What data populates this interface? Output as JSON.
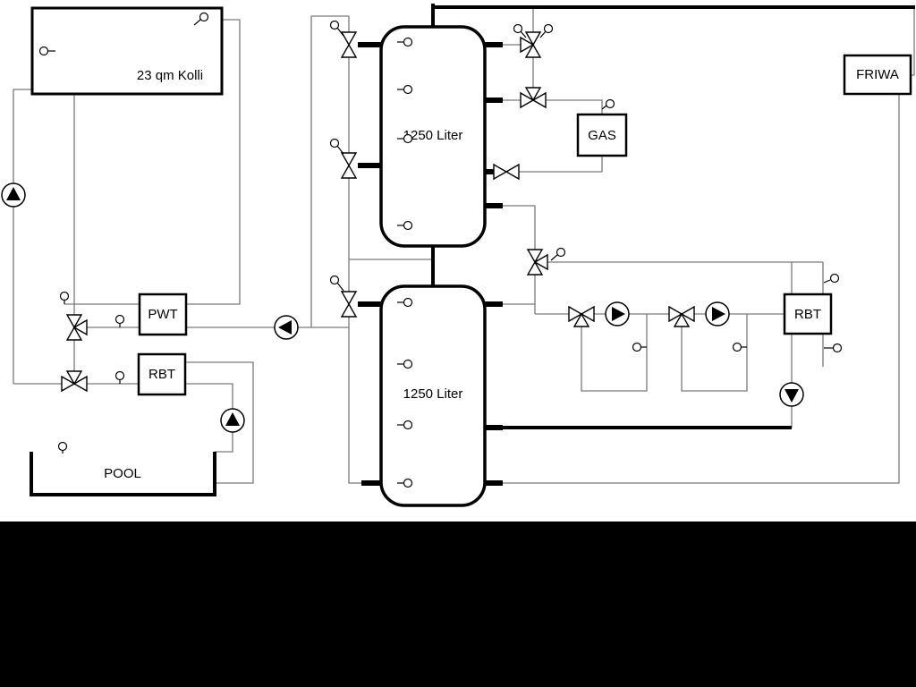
{
  "labels": {
    "collector": "23 qm Kolli",
    "buffer_tank_top": "1250 Liter",
    "buffer_tank_bottom": "1250 Liter",
    "gas_boiler": "GAS",
    "fresh_water_station": "FRIWA",
    "pool_heat_exchanger": "PWT",
    "rbt_left": "RBT",
    "rbt_right": "RBT",
    "pool": "POOL"
  },
  "colors": {
    "background": "#ffffff",
    "bottom_bar": "#000000",
    "pipe": "#7a7a7a",
    "component_stroke": "#000000"
  }
}
